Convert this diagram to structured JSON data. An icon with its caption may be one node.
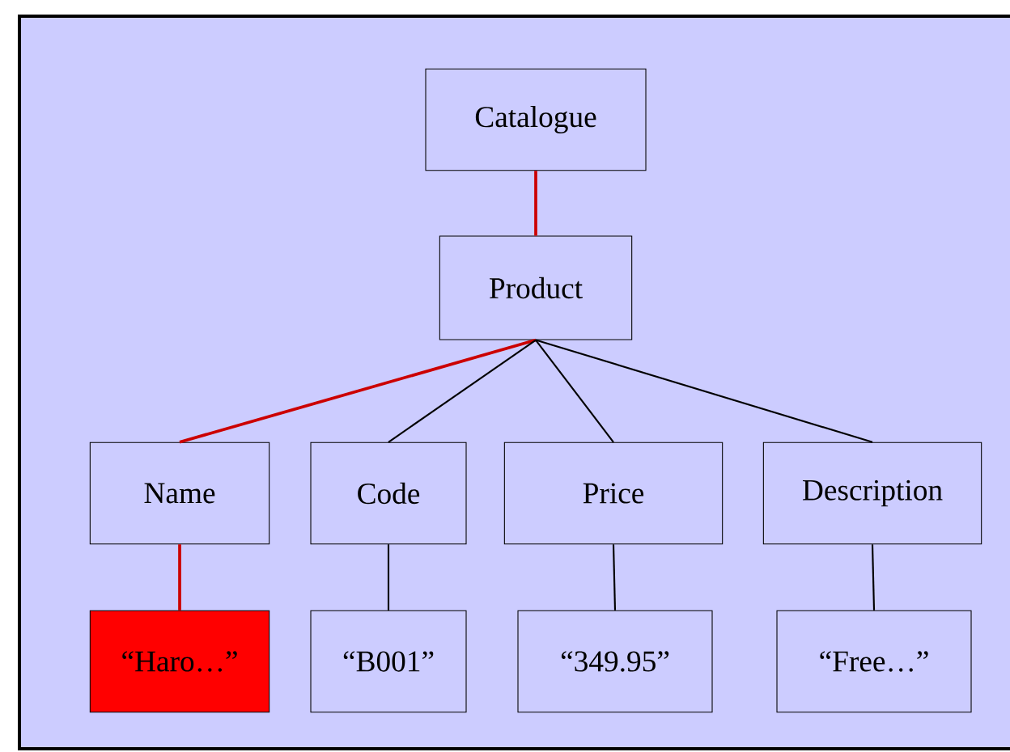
{
  "diagram": {
    "nodes": [
      {
        "text": [
          "Catalogue"
        ]
      },
      {
        "text": [
          "Product"
        ]
      },
      {
        "text": [
          "Name"
        ]
      },
      {
        "text": [
          "Code"
        ]
      },
      {
        "text": [
          "Price"
        ]
      },
      {
        "text": [
          "Description"
        ]
      },
      {
        "text": [
          "“Haro…”"
        ]
      },
      {
        "text": [
          "“B001”"
        ]
      },
      {
        "text": [
          "“349.95”"
        ]
      },
      {
        "text": [
          "“Free…”"
        ]
      }
    ],
    "edges": [
      {
        "from": 0,
        "to": 1,
        "arrow": "none",
        "color": "#cc0000"
      },
      {
        "from": 1,
        "to": 2,
        "arrow": "none",
        "color": "#cc0000"
      },
      {
        "from": 1,
        "to": 3,
        "arrow": "none"
      },
      {
        "from": 1,
        "to": 4,
        "arrow": "none"
      },
      {
        "from": 1,
        "to": 5,
        "arrow": "none"
      },
      {
        "from": 2,
        "to": 6,
        "arrow": "none",
        "color": "#cc0000"
      },
      {
        "from": 3,
        "to": 7,
        "arrow": "none"
      },
      {
        "from": 4,
        "to": 8,
        "arrow": "none"
      },
      {
        "from": 5,
        "to": 9,
        "arrow": "none"
      }
    ]
  }
}
